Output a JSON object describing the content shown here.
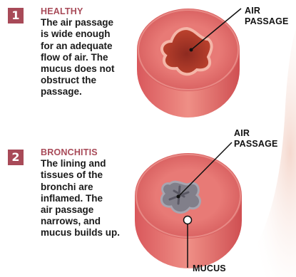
{
  "steps": [
    {
      "number": "1",
      "heading": "HEALTHY",
      "lines": [
        "The air passage",
        "is wide enough",
        "for an adequate",
        "flow of air. The",
        "mucus does not",
        "obstruct the",
        "passage."
      ]
    },
    {
      "number": "2",
      "heading": "BRONCHITIS",
      "lines": [
        "The lining and",
        "tissues of the",
        "bronchi are",
        "inflamed. The",
        "air passage",
        "narrows, and",
        "mucus builds up."
      ]
    }
  ],
  "callouts": {
    "air_passage_1": [
      "AIR",
      "PASSAGE"
    ],
    "air_passage_2": [
      "AIR",
      "PASSAGE"
    ],
    "mucus": "MUCUS"
  },
  "colors": {
    "accent": "#a84a58",
    "tube": "#e26a6a",
    "tube_dark": "#c94c4e",
    "inner_lumen": "#b23a2c",
    "mucus": "#7c7a86",
    "tissue": "#f3cfc4"
  }
}
